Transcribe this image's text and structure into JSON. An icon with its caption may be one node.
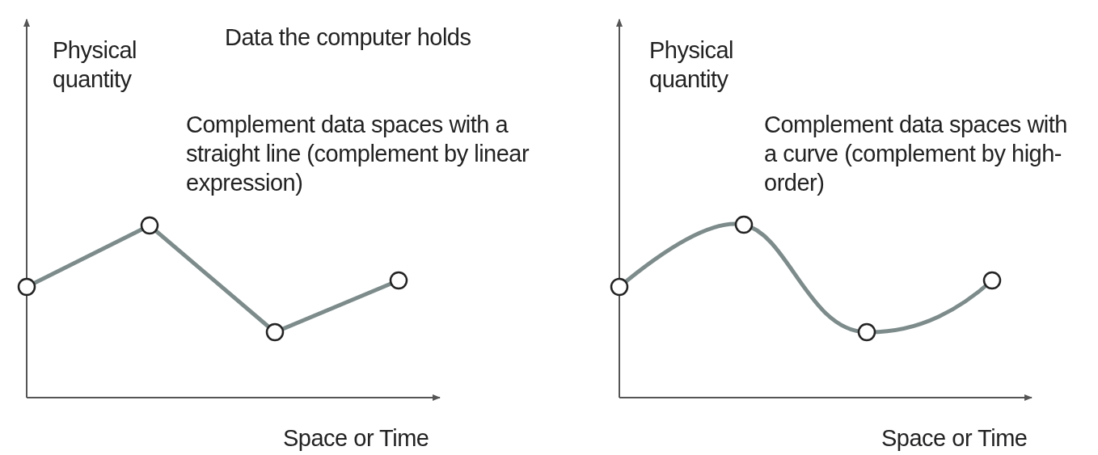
{
  "diagram": {
    "labels": [
      "Physical quantity",
      "Data the computer holds",
      "Complement data spaces with a straight line (complement by linear expression)",
      "Space or Time",
      "Physical quantity",
      "Complement data spaces with a curve (complement by high-order)",
      "Space or Time"
    ]
  }
}
